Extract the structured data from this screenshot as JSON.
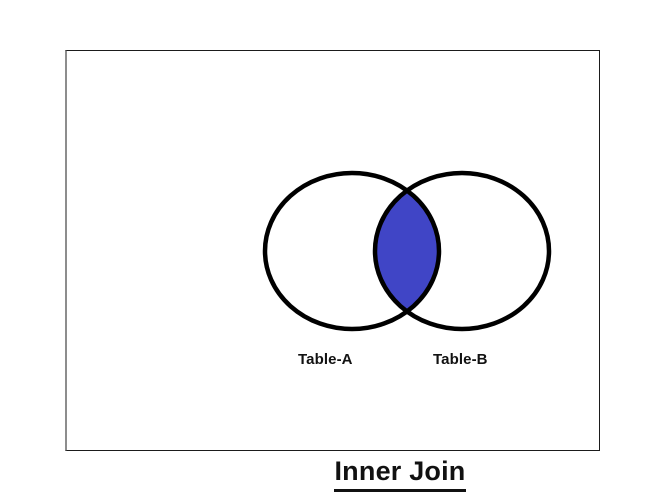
{
  "slide": {
    "background_color": "#ffffff",
    "frame": {
      "border_color": "#1b1b1b",
      "left_border_color": "#8d8d8d",
      "fill_color": "#ffffff"
    }
  },
  "diagram": {
    "type": "venn",
    "kind": "two-set-overlapping-circles",
    "stroke_color": "#000000",
    "stroke_width": 4,
    "set_fill_color": "#ffffff",
    "intersection_fill_color": "#4045c6",
    "highlighted_region": "intersection",
    "sets": [
      {
        "id": "left",
        "label": "Table-A"
      },
      {
        "id": "right",
        "label": "Table-B"
      }
    ],
    "captions": {
      "left_label": "Table-A",
      "right_label": "Table-B"
    }
  },
  "title": {
    "text": "Inner Join",
    "underlined": true,
    "bold": true,
    "color": "#111111"
  }
}
